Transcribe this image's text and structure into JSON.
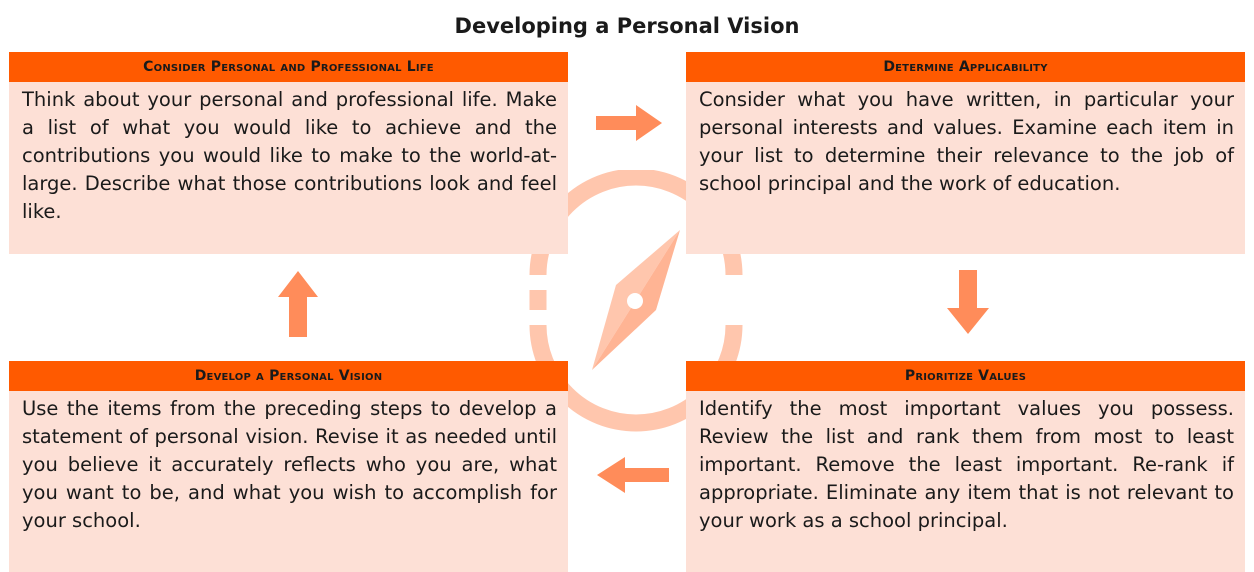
{
  "title": "Developing a Personal Vision",
  "colors": {
    "header": "#ff5a00",
    "body": "#fde0d6",
    "arrow": "#ff8c5a",
    "compass": "#ffc6ad"
  },
  "steps": [
    {
      "heading": "Consider Personal and Professional Life",
      "text": "Think about your personal and professional life. Make a list of what you would like to achieve and the contributions you would like to make to the world-at-large. Describe what those contributions look and feel like."
    },
    {
      "heading": "Determine Applicability",
      "text": "Consider what you have written, in particular your personal interests and values. Examine each item in your list to determine their relevance to the job of school principal and the work of education."
    },
    {
      "heading": "Develop a Personal Vision",
      "text": "Use the items from the preceding steps to develop a statement of personal vision. Revise it as needed until you believe it accurately reflects who you are, what you want to be, and what you wish to accomplish for your school."
    },
    {
      "heading": "Prioritize Values",
      "text": "Identify the most important values you possess. Review the list and rank them from most to least important. Remove the least important. Re-rank if appropriate. Eliminate any item that is not relevant to your work as a school principal."
    }
  ],
  "icons": {
    "center": "compass-icon",
    "flow": [
      "arrow-right-icon",
      "arrow-down-icon",
      "arrow-left-icon",
      "arrow-up-icon"
    ]
  }
}
